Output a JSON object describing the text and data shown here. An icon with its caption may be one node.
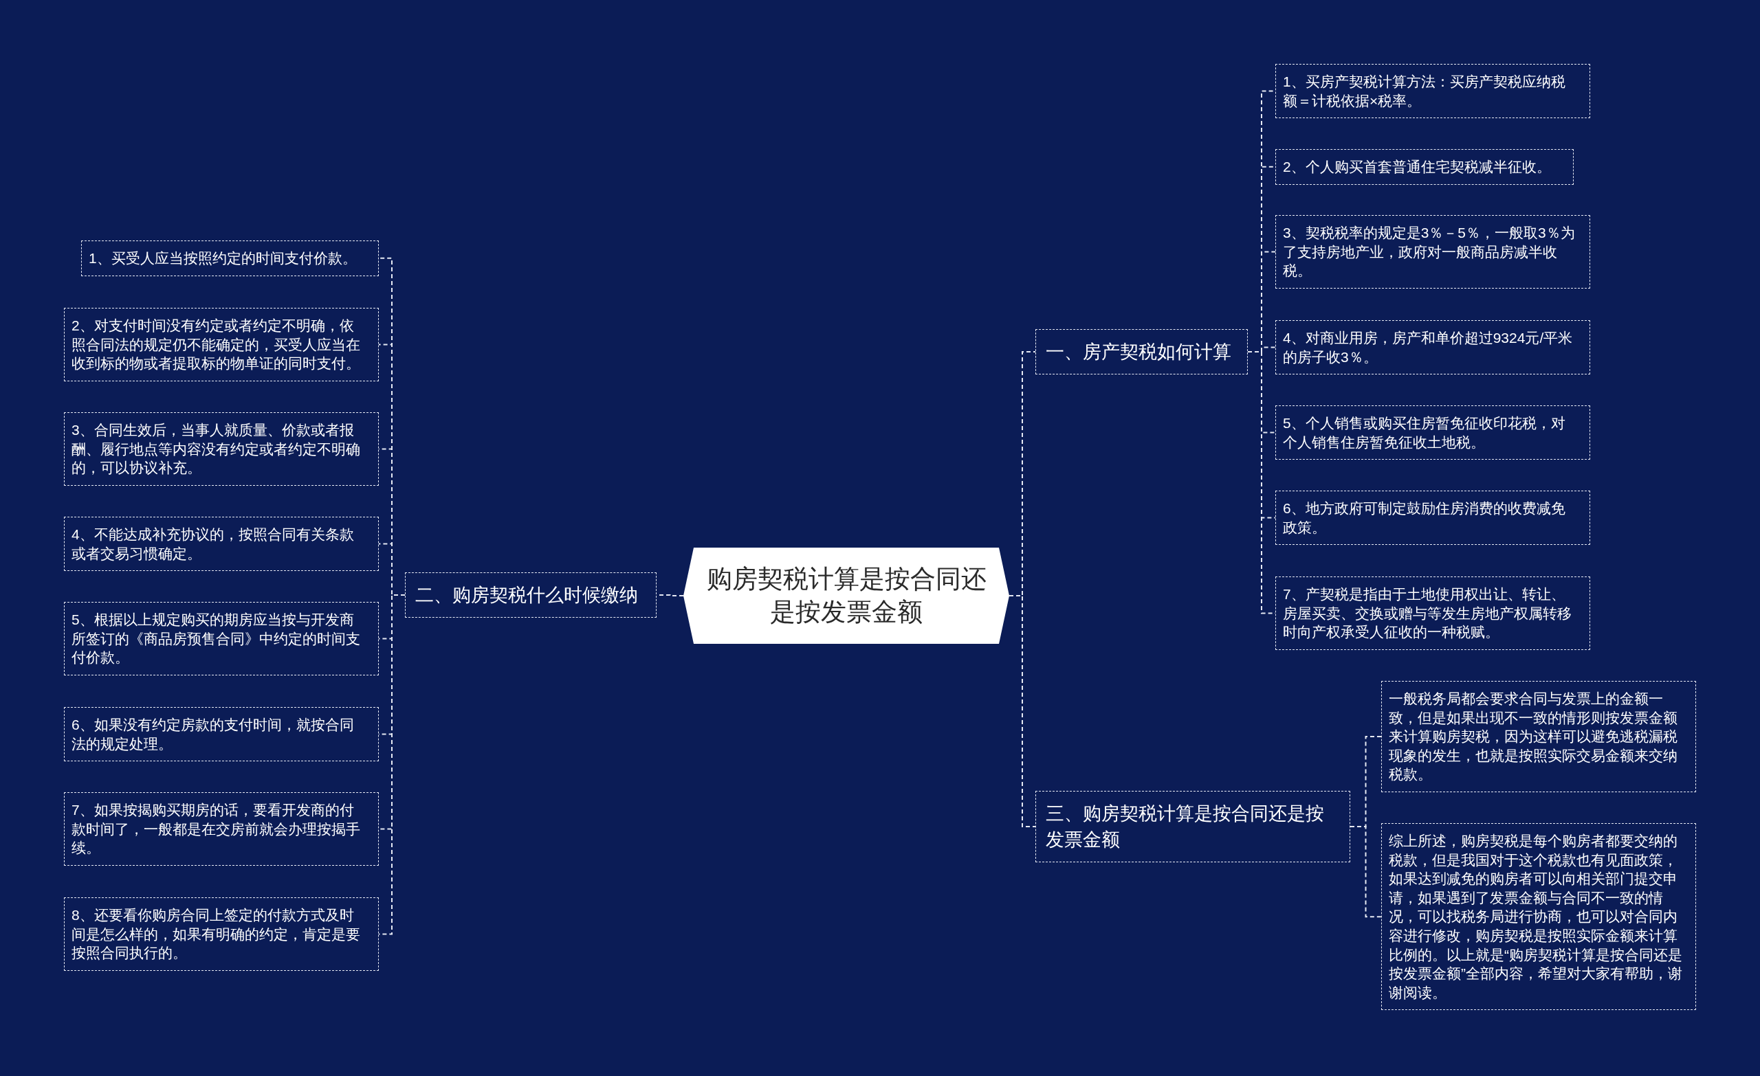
{
  "diagram": {
    "nodes": [
      {
        "text": [
          "购房契税计算是按合同还是按发票金额"
        ]
      },
      {
        "text": [
          "一、房产契税如何计算"
        ]
      },
      {
        "text": [
          "1、买房产契税计算方法：买房产契税应纳税额＝计税依据×税率。"
        ]
      },
      {
        "text": [
          "2、个人购买首套普通住宅契税减半征收。"
        ]
      },
      {
        "text": [
          "3、契税税率的规定是3％－5％，一般取3％为了支持房地产业，政府对一般商品房减半收税。"
        ]
      },
      {
        "text": [
          "4、对商业用房，房产和单价超过9324元/平米的房子收3％。"
        ]
      },
      {
        "text": [
          "5、个人销售或购买住房暂免征收印花税，对个人销售住房暂免征收土地税。"
        ]
      },
      {
        "text": [
          "6、地方政府可制定鼓励住房消费的收费减免政策。"
        ]
      },
      {
        "text": [
          "7、产契税是指由于土地使用权出让、转让、房屋买卖、交换或赠与等发生房地产权属转移时向产权承受人征收的一种税赋。"
        ]
      },
      {
        "text": [
          "二、购房契税什么时候缴纳"
        ]
      },
      {
        "text": [
          "1、买受人应当按照约定的时间支付价款。"
        ]
      },
      {
        "text": [
          "2、对支付时间没有约定或者约定不明确，依照合同法的规定仍不能确定的，买受人应当在收到标的物或者提取标的物单证的同时支付。"
        ]
      },
      {
        "text": [
          "3、合同生效后，当事人就质量、价款或者报酬、履行地点等内容没有约定或者约定不明确的，可以协议补充。"
        ]
      },
      {
        "text": [
          "4、不能达成补充协议的，按照合同有关条款或者交易习惯确定。"
        ]
      },
      {
        "text": [
          "5、根据以上规定购买的期房应当按与开发商所签订的《商品房预售合同》中约定的时间支付价款。"
        ]
      },
      {
        "text": [
          "6、如果没有约定房款的支付时间，就按合同法的规定处理。"
        ]
      },
      {
        "text": [
          "7、如果按揭购买期房的话，要看开发商的付款时间了，一般都是在交房前就会办理按揭手续。"
        ]
      },
      {
        "text": [
          "8、还要看你购房合同上签定的付款方式及时间是怎么样的，如果有明确的约定，肯定是要按照合同执行的。"
        ]
      },
      {
        "text": [
          "三、购房契税计算是按合同还是按发票金额"
        ]
      },
      {
        "text": [
          "一般税务局都会要求合同与发票上的金额一致，但是如果出现不一致的情形则按发票金额来计算购房契税，因为这样可以避免逃税漏税现象的发生，也就是按照实际交易金额来交纳税款。"
        ]
      },
      {
        "text": [
          "综上所述，购房契税是每个购房者都要交纳的税款，但是我国对于这个税款也有见面政策，如果达到减免的购房者可以向相关部门提交申请，如果遇到了发票金额与合同不一致的情况，可以找税务局进行协商，也可以对合同内容进行修改，购房契税是按照实际金额来计算比例的。以上就是“购房契税计算是按合同还是按发票金额”全部内容，希望对大家有帮助，谢谢阅读。"
        ]
      }
    ],
    "edges": [
      {
        "from": 0,
        "to": 1,
        "arrow": "none"
      },
      {
        "from": 1,
        "to": 2,
        "arrow": "none"
      },
      {
        "from": 1,
        "to": 3,
        "arrow": "none"
      },
      {
        "from": 1,
        "to": 4,
        "arrow": "none"
      },
      {
        "from": 1,
        "to": 5,
        "arrow": "none"
      },
      {
        "from": 1,
        "to": 6,
        "arrow": "none"
      },
      {
        "from": 1,
        "to": 7,
        "arrow": "none"
      },
      {
        "from": 1,
        "to": 8,
        "arrow": "none"
      },
      {
        "from": 0,
        "to": 9,
        "arrow": "none"
      },
      {
        "from": 9,
        "to": 10,
        "arrow": "none"
      },
      {
        "from": 9,
        "to": 11,
        "arrow": "none"
      },
      {
        "from": 9,
        "to": 12,
        "arrow": "none"
      },
      {
        "from": 9,
        "to": 13,
        "arrow": "none"
      },
      {
        "from": 9,
        "to": 14,
        "arrow": "none"
      },
      {
        "from": 9,
        "to": 15,
        "arrow": "none"
      },
      {
        "from": 9,
        "to": 16,
        "arrow": "none"
      },
      {
        "from": 9,
        "to": 17,
        "arrow": "none"
      },
      {
        "from": 0,
        "to": 18,
        "arrow": "none"
      },
      {
        "from": 18,
        "to": 19,
        "arrow": "none"
      },
      {
        "from": 18,
        "to": 20,
        "arrow": "none"
      }
    ]
  }
}
